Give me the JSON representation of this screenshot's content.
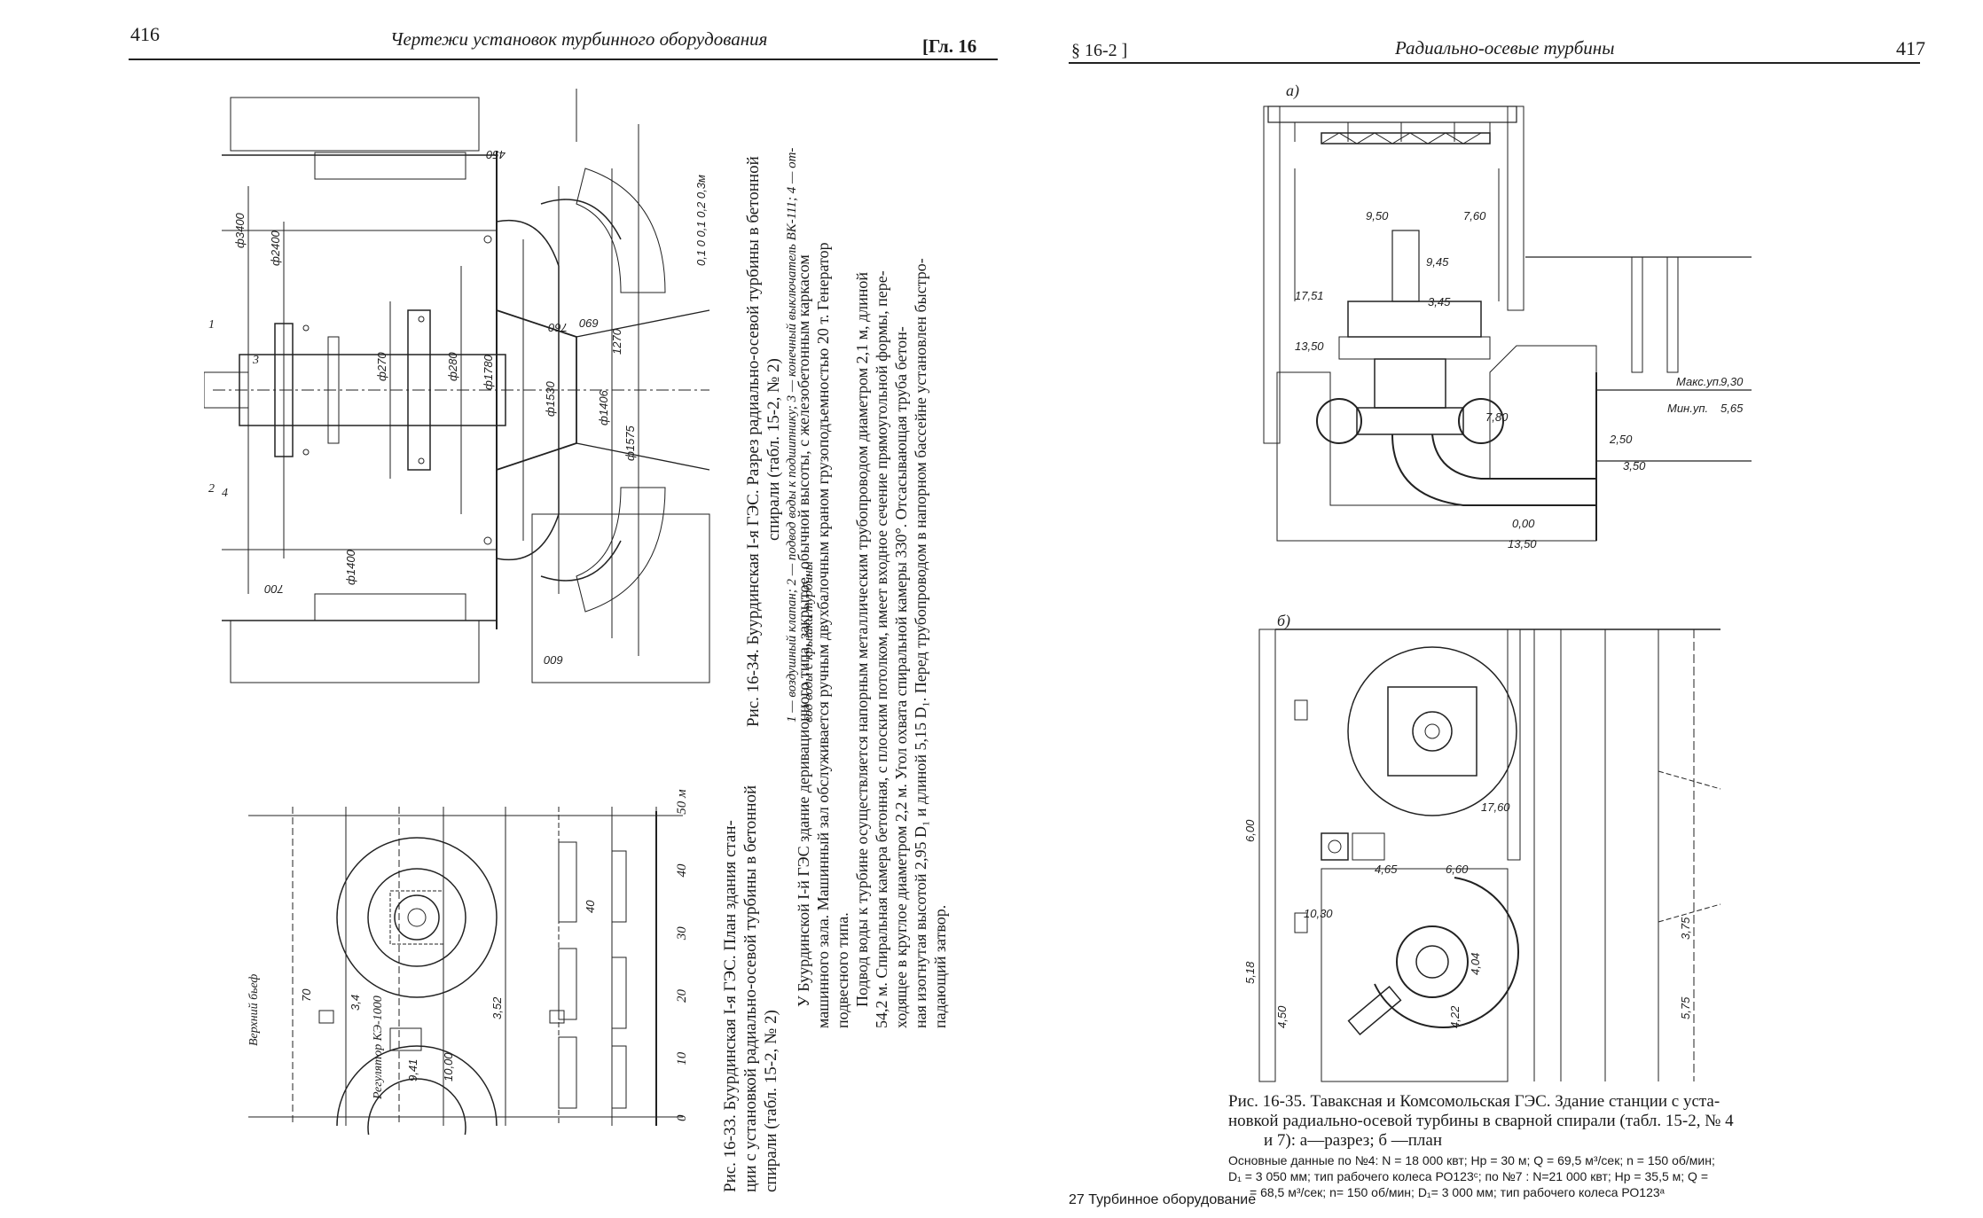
{
  "left_page": {
    "page_number": "416",
    "running_title": "Чертежи установок турбинного оборудования",
    "chapter_ref": "[Гл. 16"
  },
  "right_page": {
    "section_ref": "§ 16-2 ]",
    "running_title": "Радиально-осевые турбины",
    "page_number": "417",
    "footer": "27 Турбинное оборудование"
  },
  "fig_16_34": {
    "caption_line1": "Рис. 16-34. Буурдинская I-я ГЭС. Разрез радиально-осевой турбины в бетонной",
    "caption_line2": "спирали (табл. 15-2, № 2)",
    "legend_line1": "1 — воздушный клапан; 2 — подвод воды к подшипнику; 3 — конечный выключатель ВК-111; 4 — от-",
    "legend_line2": "вод воды с крышки турбины",
    "dims": {
      "scale": "0,1 0 0,1 0,2 0,3м",
      "d3400": "ф3400",
      "d2400": "ф2400",
      "d270": "ф270",
      "d280": "ф280",
      "d1780": "ф1780",
      "d1530": "ф1530",
      "d1406": "ф1406",
      "d1575": "ф1575",
      "d1400": "ф1400",
      "v450": "450",
      "v690": "690",
      "v760": "760",
      "v1270": "1270",
      "v600": "600",
      "v700": "700",
      "n1": "1",
      "n2": "2",
      "n3": "3",
      "n4": "4"
    }
  },
  "fig_16_33": {
    "caption_line1": "Рис. 16-33. Буурдинская I-я ГЭС. План здания стан-",
    "caption_line2": "ции с установкой радиально-осевой турбины в бетонной",
    "caption_line3": "спирали (табл. 15-2, № 2)",
    "labels": {
      "upper_pool": "Верхний бьеф",
      "regulator": "Регулятор КЭ-1000",
      "d70": "70",
      "d40": "40",
      "d34": "3,4",
      "d352": "3,52",
      "d1000": "10,00",
      "d941": "9,41"
    },
    "scale_ticks": [
      "0",
      "10",
      "20",
      "30",
      "40",
      "50 м"
    ]
  },
  "body_text": {
    "lines": [
      "У Буурдинской I-й ГЭС здание деривационного типа, закрытое, обычной высоты, с железобетонным каркасом",
      "машинного зала. Машинный зал обслуживается ручным двухбалочным краном грузоподъемностью 20 т. Генератор",
      "подвесного типа.",
      "Подвод воды к турбине осуществляется напорным металлическим трубопроводом диаметром 2,1 м, длиной",
      "54,2 м. Спиральная камера бетонная, с плоским потолком, имеет входное сечение прямоугольной формы, пере-",
      "ходящее в круглое диаметром 2,2 м. Угол охвата спиральной камеры 330°. Отсасывающая труба бетон-",
      "ная изогнутая высотой 2,95 D₁ и длиной 5,15 D₁. Перед трубопроводом в напорном бассейне установлен быстро-",
      "падающий затвор."
    ]
  },
  "fig_16_35": {
    "label_a": "а)",
    "label_b": "б)",
    "caption_line1": "Рис. 16-35. Таваксная и Комсомольская ГЭС. Здание станции с уста-",
    "caption_line2": "новкой радиально-осевой турбины в сварной спирали (табл. 15-2, № 4",
    "caption_line3": "и 7): а—разрез; б —план",
    "data_line1": "Основные данные по №4: N = 18 000 квт; Hр = 30 м; Q = 69,5 м³/сек; n = 150 об/мин;",
    "data_line2": "D₁ = 3 050 мм; тип рабочего колеса РО123ᶜ; по №7 : N=21 000 квт; Hр = 35,5 м; Q =",
    "data_line3": "= 68,5 м³/сек; n= 150 об/мин;  D₁= 3 000 мм; тип рабочего колеса РО123ᵃ",
    "section_dims": {
      "d950": "9,50",
      "d760": "7,60",
      "d1751": "17,51",
      "d1350": "13,50",
      "d945": "9,45",
      "d345": "3,45",
      "d780": "7,80",
      "d930": "9,30",
      "max": "Макс.уп.",
      "min": "Мин.уп.",
      "d565": "5,65",
      "d250": "2,50",
      "d350": "3,50",
      "d000": "0,00",
      "d1350b": "13,50"
    },
    "plan_dims": {
      "d1760": "17,60",
      "d1030": "10,30",
      "d600": "6,00",
      "d518": "5,18",
      "d450": "4,50",
      "d465": "4,65",
      "d660": "6,60",
      "d375": "3,75",
      "d575": "5,75",
      "d404": "4,04",
      "d422": "4,22"
    }
  }
}
